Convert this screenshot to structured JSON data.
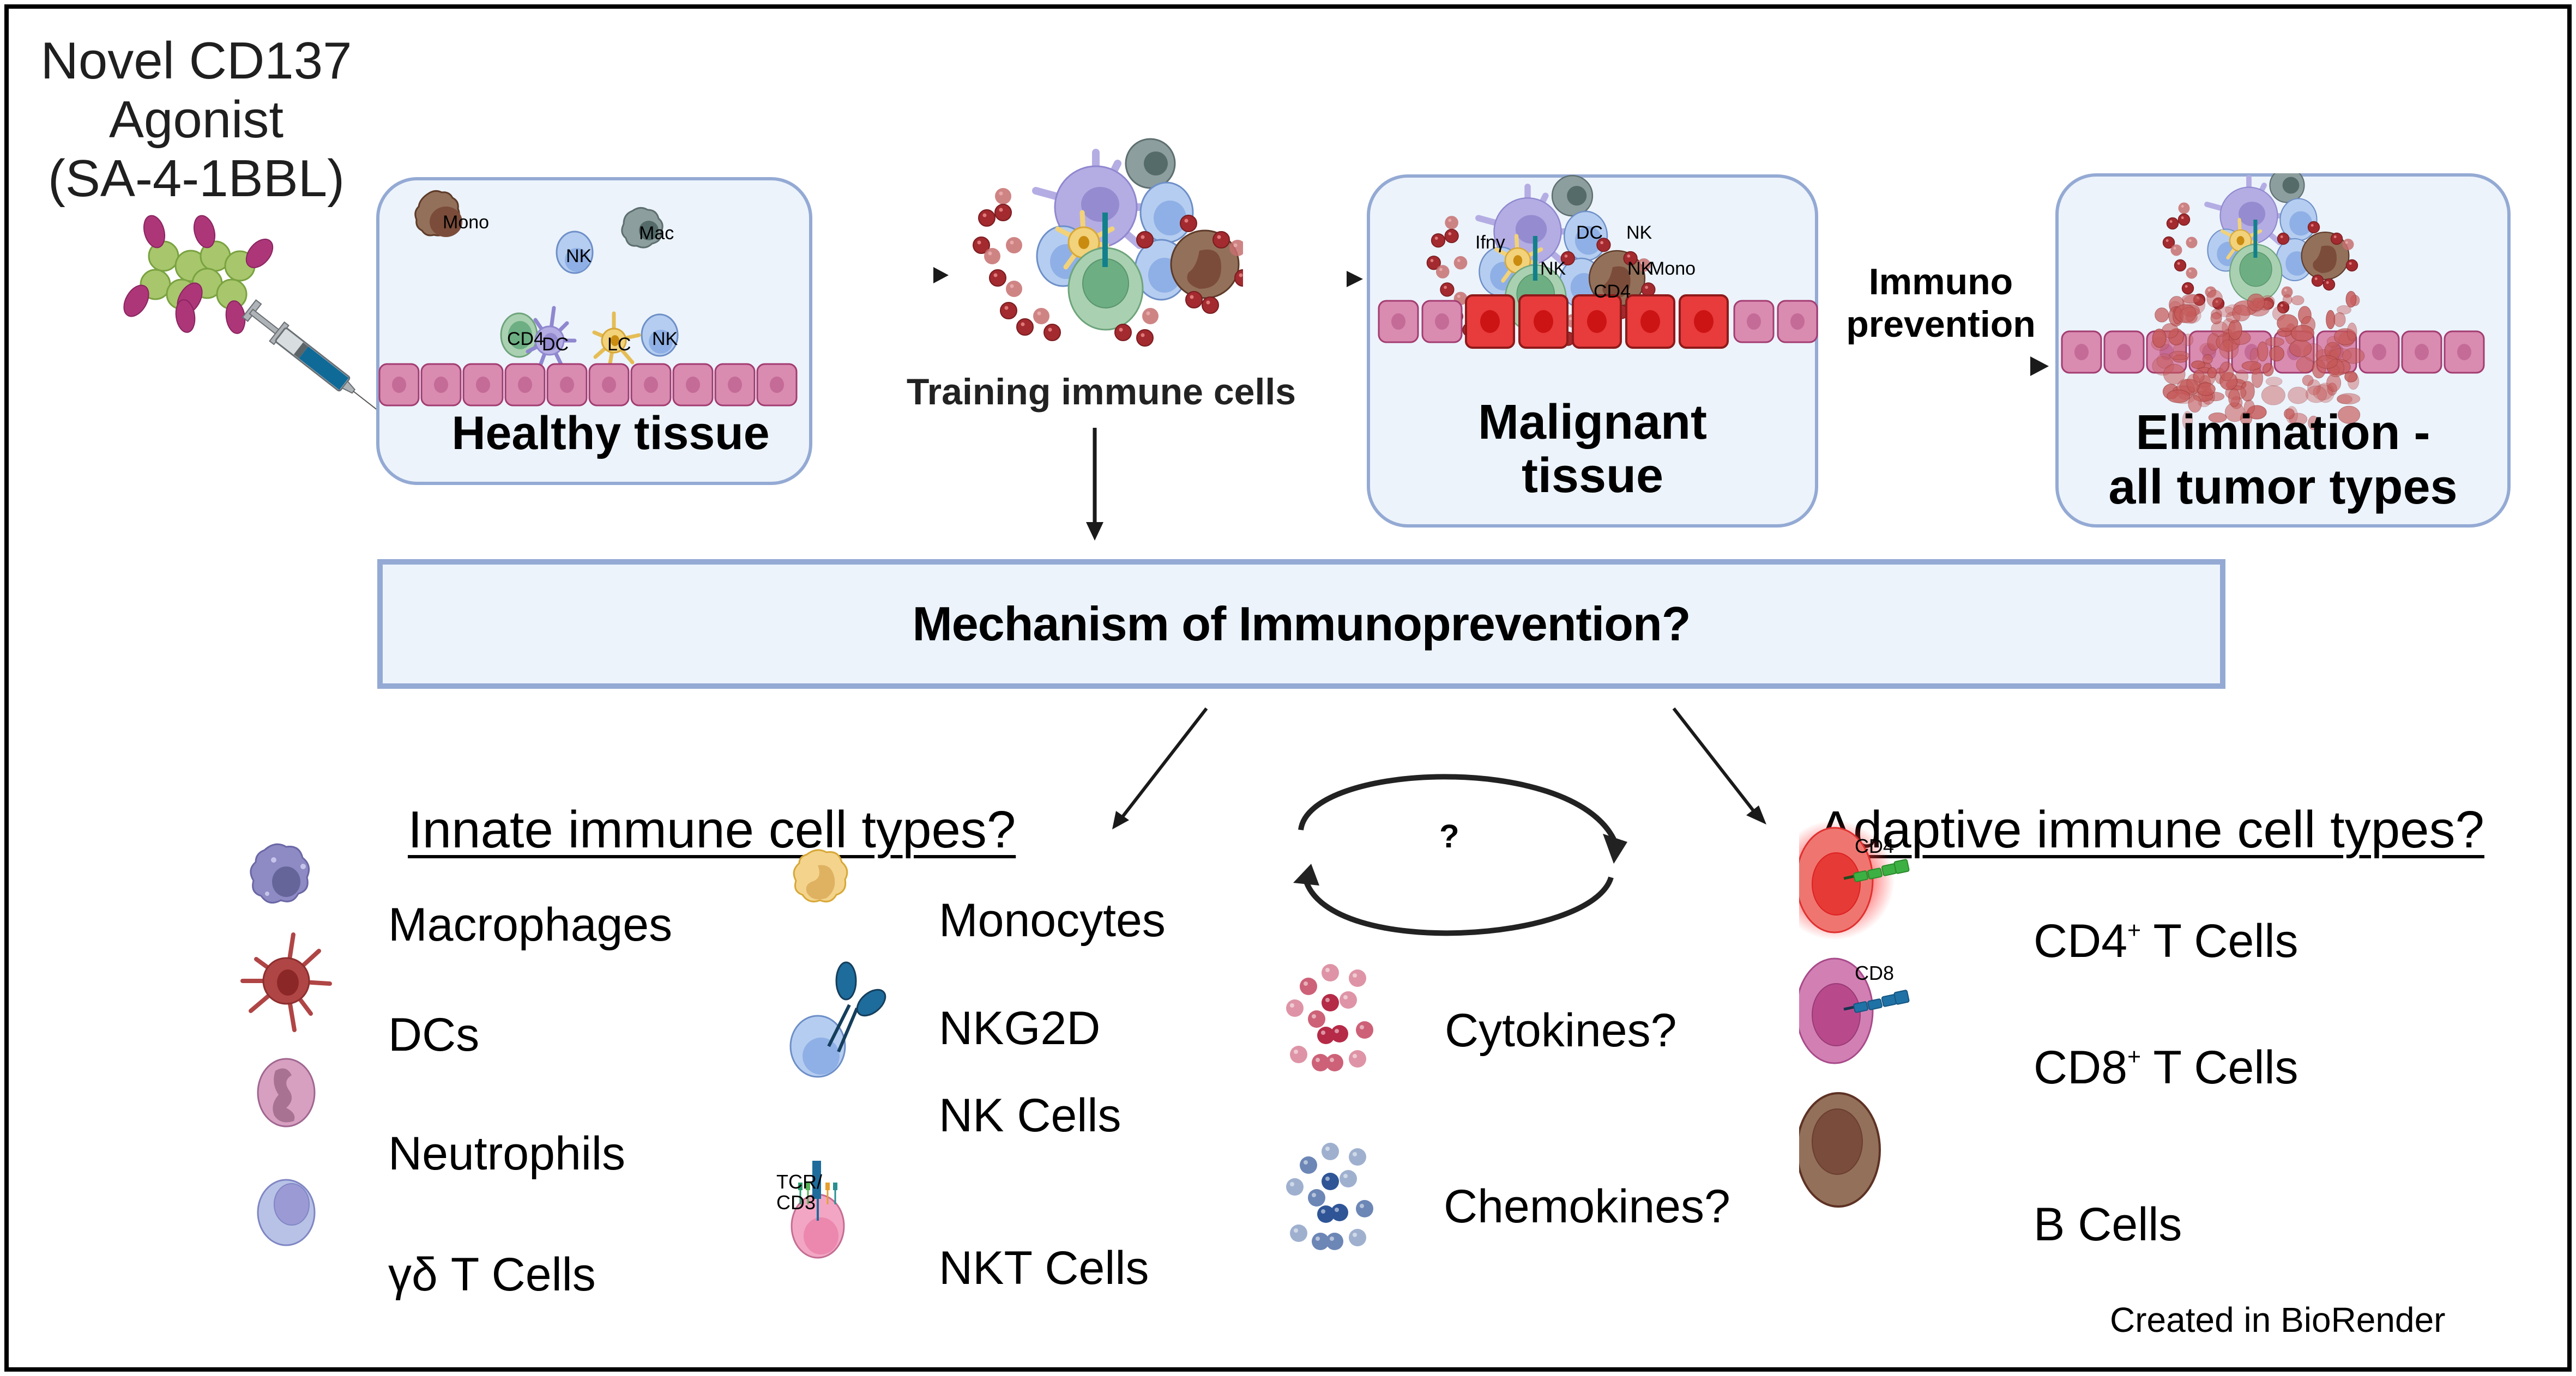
{
  "agonist": {
    "title_lines": [
      "Novel CD137",
      "Agonist",
      "(SA-4-1BBL)"
    ],
    "icon": "protein-complex-with-syringe"
  },
  "stages": [
    {
      "id": "healthy",
      "label": "Healthy tissue",
      "cell_tags": [
        "Mono",
        "Mac",
        "NK",
        "CD4",
        "DC",
        "LC",
        "NK"
      ]
    },
    {
      "id": "training",
      "label": "Training immune cells"
    },
    {
      "id": "malignant",
      "label_lines": [
        "Malignant",
        "tissue"
      ],
      "cell_tags": [
        "DC",
        "NK",
        "NK",
        "NK",
        "Mono",
        "CD4"
      ],
      "annotation": "Ifnγ"
    },
    {
      "id": "elimination",
      "label_lines": [
        "Elimination -",
        "all tumor types"
      ]
    }
  ],
  "transition": {
    "immuno_lines": [
      "Immuno",
      "prevention"
    ]
  },
  "banner": {
    "text": "Mechanism of Immunoprevention?"
  },
  "innate": {
    "heading": "Innate immune cell types?",
    "left_column": [
      {
        "label": "Macrophages",
        "icon": "macrophage-icon"
      },
      {
        "label": "DCs",
        "icon": "dendritic-cell-icon"
      },
      {
        "label": "Neutrophils",
        "icon": "neutrophil-icon"
      },
      {
        "label": "γδ T Cells",
        "icon": "gamma-delta-t-cell-icon"
      }
    ],
    "right_column": [
      {
        "label": "Monocytes",
        "icon": "monocyte-icon"
      },
      {
        "label": "NKG2D",
        "icon": "nkg2d-receptor-icon"
      },
      {
        "label": "NK Cells",
        "icon": "nk-cell-icon"
      },
      {
        "label": "NKT Cells",
        "icon": "nkt-cell-icon",
        "receptor_label_lines": [
          "TCR/",
          "CD3"
        ]
      }
    ]
  },
  "middle": {
    "cycle_label": "?",
    "cytokines": "Cytokines?",
    "chemokines": "Chemokines?"
  },
  "adaptive": {
    "heading": "Adaptive immune cell types?",
    "items": [
      {
        "marker": "CD4",
        "label_pre": "CD4",
        "label_sup": "+",
        "label_post": " T Cells"
      },
      {
        "marker": "CD8",
        "label_pre": "CD8",
        "label_sup": "+",
        "label_post": " T Cells"
      },
      {
        "label_pre": "B Cells",
        "label_sup": "",
        "label_post": ""
      }
    ]
  },
  "credit": "Created in BioRender",
  "colors": {
    "box_fill": "#ecf3fb",
    "box_border": "#94aad4",
    "epithelium": "#d98bb0",
    "tumor": "#e63a3a",
    "cytokine": "#c0334f",
    "chemokine": "#2f5597"
  }
}
